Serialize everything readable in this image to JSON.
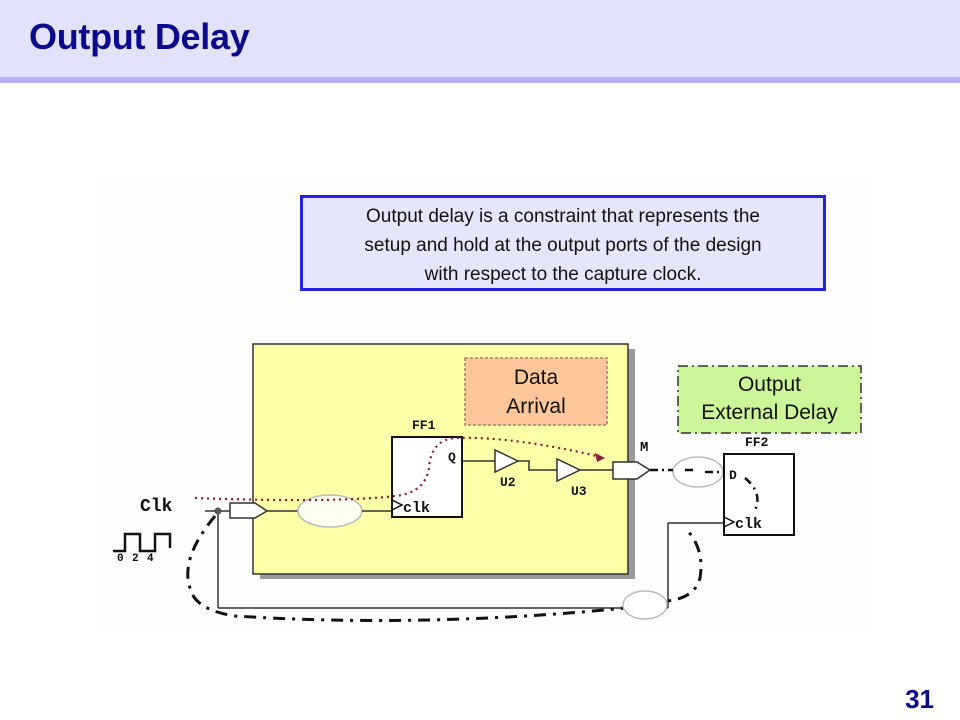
{
  "slide": {
    "title": "Output Delay",
    "page_number": "31"
  },
  "diagram": {
    "description": "Output delay is a constraint that represents the setup and hold at the output ports of the design with respect to the capture clock.",
    "description_lines": [
      "Output delay is a constraint that represents the",
      "setup and hold at the output ports of the design",
      "with respect to the capture clock."
    ],
    "data_arrival_lines": [
      "Data",
      "Arrival"
    ],
    "output_external_delay_lines": [
      "Output",
      "External Delay"
    ],
    "clock_label": "Clk",
    "clock_ticks": [
      "0",
      "2",
      "4"
    ],
    "ff1": {
      "name": "FF1",
      "q_pin": "Q",
      "clk_pin": "clk"
    },
    "ff2": {
      "name": "FF2",
      "d_pin": "D",
      "clk_pin": "clk"
    },
    "buffers": [
      "U2",
      "U3"
    ],
    "output_port": "M",
    "colors": {
      "title": "#0a0a8c",
      "design_block": "#ffffa8",
      "data_arrival_box": "#fbc79a",
      "external_delay_box": "#ccf59a",
      "description_box": "#e6e6fa",
      "description_border": "#2222dd",
      "data_path_dotted": "#8b1a3a"
    }
  }
}
